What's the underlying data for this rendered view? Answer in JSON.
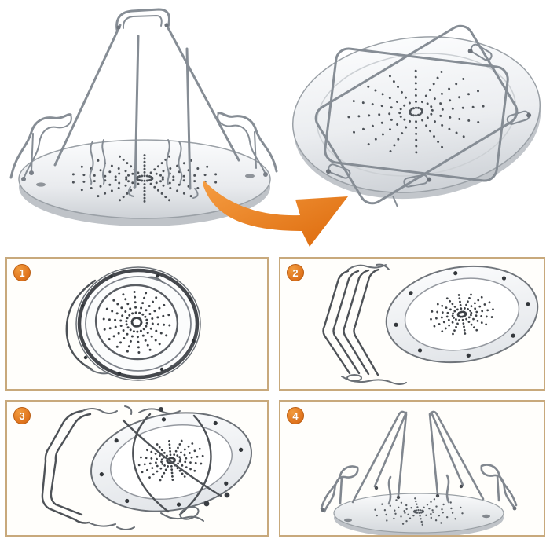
{
  "steps": [
    {
      "number": "1"
    },
    {
      "number": "2"
    },
    {
      "number": "3"
    },
    {
      "number": "4"
    }
  ],
  "colors": {
    "background": "#ffffff",
    "panel-border": "#c8a97c",
    "panel-bg": "#fffefb",
    "badge-fill": "#e2771f",
    "badge-ring": "#ba5c10",
    "badge-text": "#ffffff",
    "arrow-light": "#f59d42",
    "arrow-dark": "#dd6a0c",
    "steel-wire": "#868d95",
    "sketch-wire": "#4e5257",
    "plate-light": "#fafbfc",
    "plate-shade": "#cfd3d8",
    "perforation-dot": "#4d5258"
  }
}
